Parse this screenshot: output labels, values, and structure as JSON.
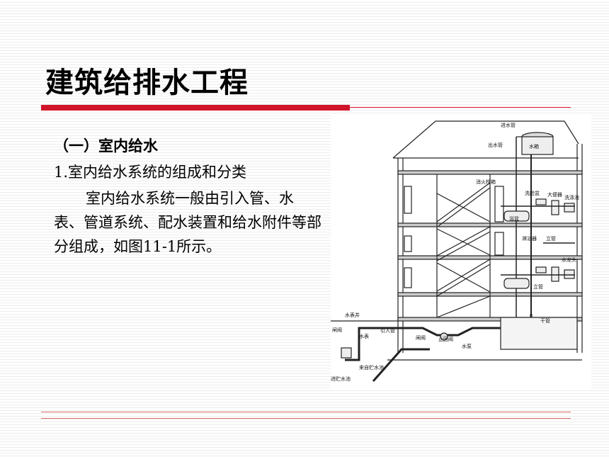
{
  "title": "建筑给排水工程",
  "section_heading": "（一）室内给水",
  "sub_heading": "1.室内给水系统的组成和分类",
  "paragraph": "室内给水系统一般由引入管、水表、管道系统、配水装置和给水附件等部分组成，如图11-1所示。",
  "figure": {
    "labels": {
      "inlet_pipe_top": "进水管",
      "outlet_pipe": "出水管",
      "water_tank": "水箱",
      "fire_hydrant": "消火栓箱",
      "washbasin": "洗脸盆",
      "toilet": "大便器",
      "sink": "洗涤池",
      "bathtub": "浴盆",
      "shower": "淋浴器",
      "riser": "立管",
      "faucet": "水龙头",
      "riser_2": "立管",
      "meter_well": "水表井",
      "gate_valve": "闸阀",
      "water_meter": "水表",
      "inlet_pipe": "引入管",
      "gate_valve_2": "闸阀",
      "check_valve": "止回阀",
      "pump": "水泵",
      "main_pipe": "干管",
      "from_storage": "来自贮水池",
      "to_storage": "进贮水池"
    }
  }
}
